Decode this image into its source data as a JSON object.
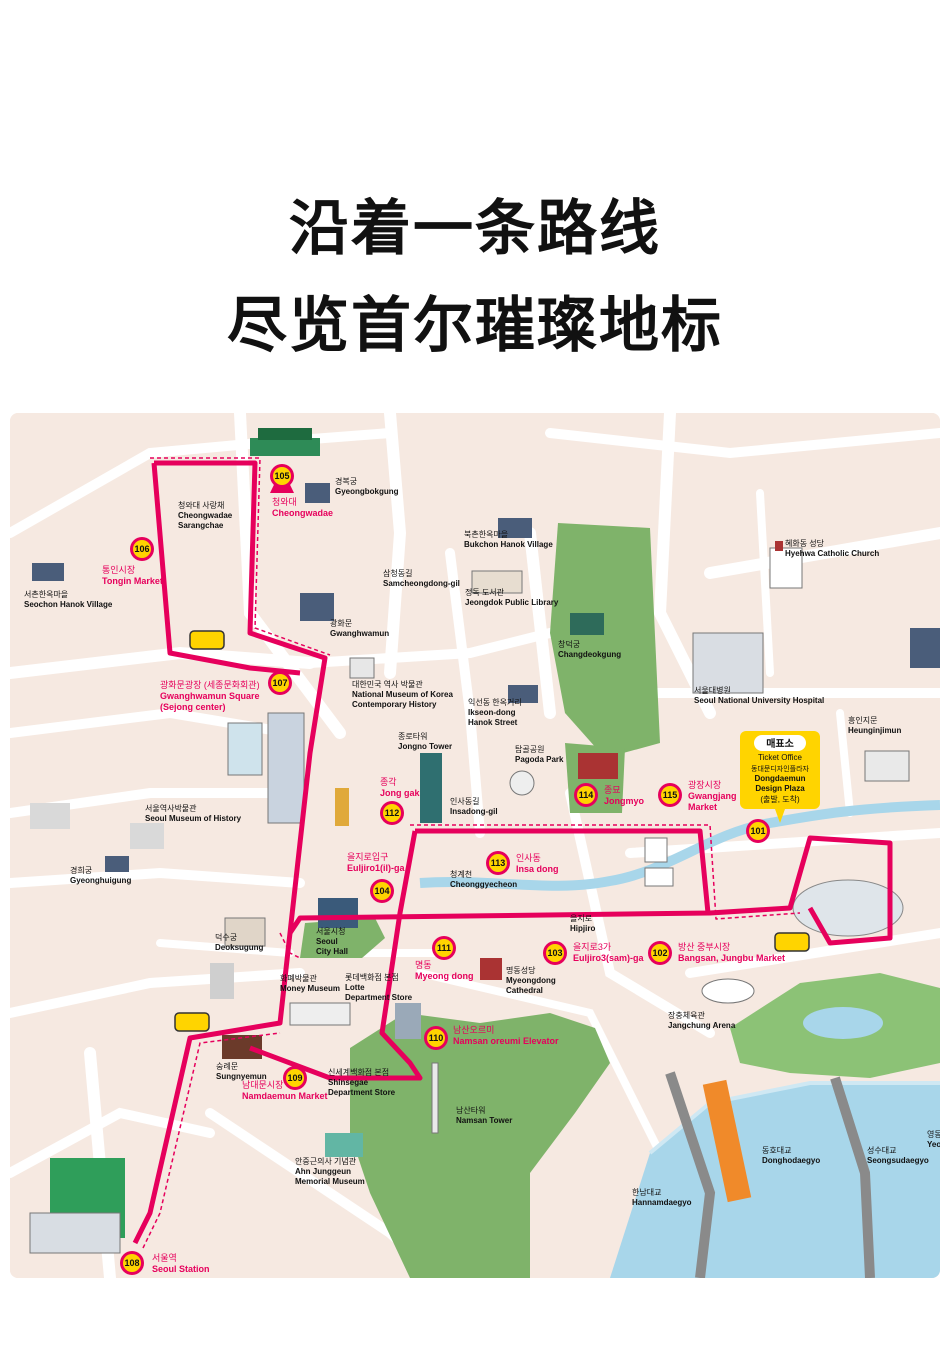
{
  "headline": {
    "line1": "沿着一条路线",
    "line2": "尽览首尔璀璨地标"
  },
  "colors": {
    "route": "#e6005c",
    "route_light": "#f7a8c4",
    "land": "#f6e9e1",
    "road": "#ffffff",
    "park": "#7fb36a",
    "water": "#a8d6ea",
    "ticket": "#ffd400"
  },
  "stops": [
    {
      "num": "105",
      "ko": "청와대",
      "en": "Cheongwadae"
    },
    {
      "num": "106",
      "ko": "통인시장",
      "en": "Tongin Market"
    },
    {
      "num": "107",
      "ko": "광화문광장 (세종문화회관)",
      "en": "Gwanghwamun Square",
      "en2": "(Sejong center)"
    },
    {
      "num": "112",
      "ko": "종각",
      "en": "Jong gak"
    },
    {
      "num": "104",
      "ko": "을지로입구",
      "en": "Euljiro1(il)-ga"
    },
    {
      "num": "111",
      "ko": "명동",
      "en": "Myeong dong"
    },
    {
      "num": "113",
      "ko": "인사동",
      "en": "Insa dong"
    },
    {
      "num": "114",
      "ko": "종묘",
      "en": "Jongmyo"
    },
    {
      "num": "115",
      "ko": "광장시장",
      "en": "Gwangjang",
      "en2": "Market"
    },
    {
      "num": "101",
      "ko": "",
      "en": ""
    },
    {
      "num": "103",
      "ko": "을지로3가",
      "en": "Euljiro3(sam)-ga"
    },
    {
      "num": "102",
      "ko": "방산 중부시장",
      "en": "Bangsan, Jungbu Market"
    },
    {
      "num": "110",
      "ko": "남산오르미",
      "en": "Namsan oreumi Elevator"
    },
    {
      "num": "109",
      "ko": "남대문시장",
      "en": "Namdaemun Market"
    },
    {
      "num": "108",
      "ko": "서울역",
      "en": "Seoul Station"
    }
  ],
  "ticket_office": {
    "title": "매표소",
    "subtitle": "Ticket Office",
    "ko": "동대문디자인플라자",
    "en1": "Dongdaemun",
    "en2": "Design Plaza",
    "note": "(출발, 도착)"
  },
  "landmarks": [
    {
      "ko": "경복궁",
      "en": "Gyeongbokgung"
    },
    {
      "ko": "청와대 사랑채",
      "en": "Cheongwadae",
      "en2": "Sarangchae"
    },
    {
      "ko": "서촌한옥마을",
      "en": "Seochon Hanok Village"
    },
    {
      "ko": "북촌한옥마을",
      "en": "Bukchon Hanok Village"
    },
    {
      "ko": "삼청동길",
      "en": "Samcheongdong-gil"
    },
    {
      "ko": "정독 도서관",
      "en": "Jeongdok Public Library"
    },
    {
      "ko": "혜화동 성당",
      "en": "Hyehwa Catholic Church"
    },
    {
      "ko": "창덕궁",
      "en": "Changdeokgung"
    },
    {
      "ko": "광화문",
      "en": "Gwanghwamun"
    },
    {
      "ko": "대한민국 역사 박물관",
      "en": "National Museum of Korea",
      "en2": "Contemporary History"
    },
    {
      "ko": "서울대병원",
      "en": "Seoul National University Hospital"
    },
    {
      "ko": "익선동 한옥거리",
      "en": "Ikseon-dong",
      "en2": "Hanok Street"
    },
    {
      "ko": "종로타워",
      "en": "Jongno Tower"
    },
    {
      "ko": "탑골공원",
      "en": "Pagoda Park"
    },
    {
      "ko": "흥인지문",
      "en": "Heunginjimun"
    },
    {
      "ko": "서울역사박물관",
      "en": "Seoul Museum of History"
    },
    {
      "ko": "인사동길",
      "en": "Insadong-gil"
    },
    {
      "ko": "경희궁",
      "en": "Gyeonghuigung"
    },
    {
      "ko": "청계천",
      "en": "Cheonggyecheon"
    },
    {
      "ko": "을지로",
      "en": "Hipjiro"
    },
    {
      "ko": "덕수궁",
      "en": "Deoksugung"
    },
    {
      "ko": "서울시청",
      "en": "Seoul",
      "en2": "City Hall"
    },
    {
      "ko": "롯데백화점 본점",
      "en": "Lotte",
      "en2": "Department Store"
    },
    {
      "ko": "명동성당",
      "en": "Myeongdong",
      "en2": "Cathedral"
    },
    {
      "ko": "화폐박물관",
      "en": "Money Museum"
    },
    {
      "ko": "장충체육관",
      "en": "Jangchung Arena"
    },
    {
      "ko": "숭례문",
      "en": "Sungnyemun"
    },
    {
      "ko": "신세계백화점 본점",
      "en": "Shinsegae",
      "en2": "Department Store"
    },
    {
      "ko": "남산타워",
      "en": "Namsan Tower"
    },
    {
      "ko": "안중근의사 기념관",
      "en": "Ahn Junggeun",
      "en2": "Memorial Museum"
    },
    {
      "ko": "동호대교",
      "en": "Donghodaegyo"
    },
    {
      "ko": "성수대교",
      "en": "Seongsudaegyo"
    },
    {
      "ko": "한남대교",
      "en": "Hannamdaegyo"
    },
    {
      "ko": "영동",
      "en": "Yeo"
    }
  ]
}
